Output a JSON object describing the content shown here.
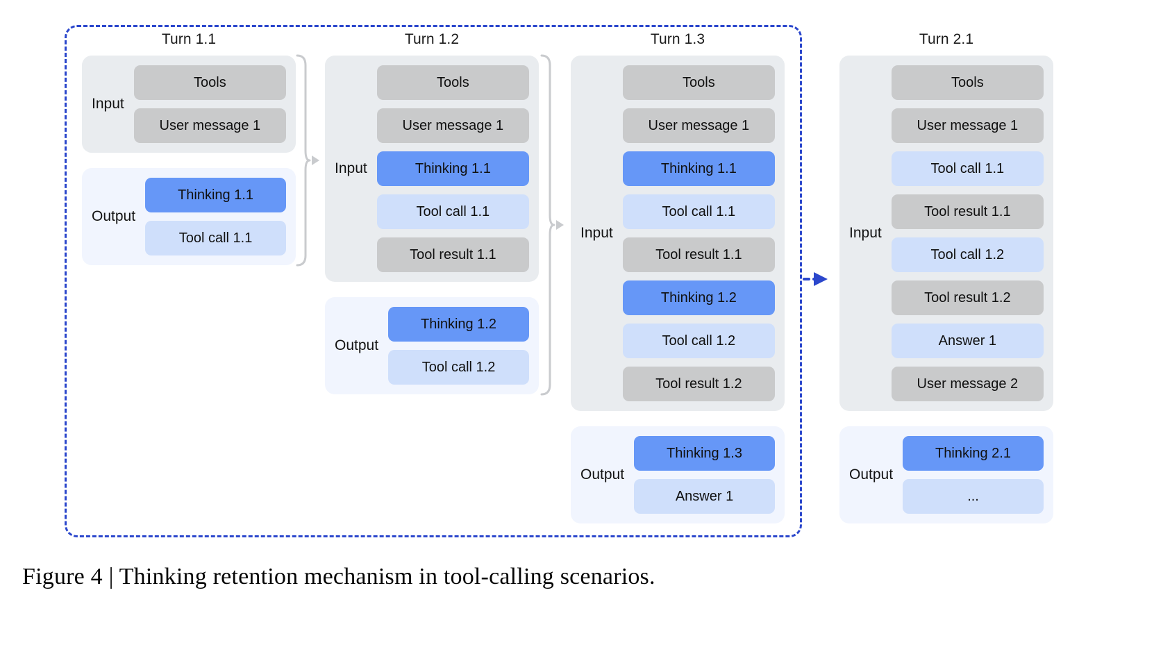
{
  "figure": {
    "caption": "Figure 4 | Thinking retention mechanism in tool-calling scenarios.",
    "retention_boundary": {
      "name": "thinking-retention-region",
      "style": "dashed",
      "color": "#2B47CC"
    }
  },
  "colors": {
    "dashed_border": "#2B47CC",
    "arrow_blue": "#2B47CC",
    "input_card_bg": "#E9ECEF",
    "output_card_bg": "#F1F5FE",
    "block_grey": "#C9CACB",
    "block_thinking": "#6697F7",
    "block_light_blue": "#CFDFFB",
    "bracket_grey": "#C9CBCE",
    "text": "#101010"
  },
  "labels": {
    "input": "Input",
    "output": "Output"
  },
  "columns": [
    {
      "id": "turn-1-1",
      "title": "Turn 1.1",
      "input": {
        "label": "Input",
        "blocks": [
          {
            "text": "Tools",
            "kind": "grey"
          },
          {
            "text": "User message 1",
            "kind": "grey"
          }
        ]
      },
      "output": {
        "label": "Output",
        "blocks": [
          {
            "text": "Thinking 1.1",
            "kind": "thinking"
          },
          {
            "text": "Tool call 1.1",
            "kind": "light"
          }
        ]
      }
    },
    {
      "id": "turn-1-2",
      "title": "Turn 1.2",
      "input": {
        "label": "Input",
        "blocks": [
          {
            "text": "Tools",
            "kind": "grey"
          },
          {
            "text": "User message 1",
            "kind": "grey"
          },
          {
            "text": "Thinking 1.1",
            "kind": "thinking"
          },
          {
            "text": "Tool call 1.1",
            "kind": "light"
          },
          {
            "text": "Tool result 1.1",
            "kind": "grey"
          }
        ]
      },
      "output": {
        "label": "Output",
        "blocks": [
          {
            "text": "Thinking 1.2",
            "kind": "thinking"
          },
          {
            "text": "Tool call 1.2",
            "kind": "light"
          }
        ]
      }
    },
    {
      "id": "turn-1-3",
      "title": "Turn 1.3",
      "input": {
        "label": "Input",
        "blocks": [
          {
            "text": "Tools",
            "kind": "grey"
          },
          {
            "text": "User message 1",
            "kind": "grey"
          },
          {
            "text": "Thinking 1.1",
            "kind": "thinking"
          },
          {
            "text": "Tool call 1.1",
            "kind": "light"
          },
          {
            "text": "Tool result 1.1",
            "kind": "grey"
          },
          {
            "text": "Thinking 1.2",
            "kind": "thinking"
          },
          {
            "text": "Tool call 1.2",
            "kind": "light"
          },
          {
            "text": "Tool result 1.2",
            "kind": "grey"
          }
        ]
      },
      "output": {
        "label": "Output",
        "blocks": [
          {
            "text": "Thinking 1.3",
            "kind": "thinking"
          },
          {
            "text": "Answer 1",
            "kind": "light"
          }
        ]
      }
    },
    {
      "id": "turn-2-1",
      "title": "Turn 2.1",
      "input": {
        "label": "Input",
        "blocks": [
          {
            "text": "Tools",
            "kind": "grey"
          },
          {
            "text": "User message 1",
            "kind": "grey"
          },
          {
            "text": "Tool call 1.1",
            "kind": "light"
          },
          {
            "text": "Tool result 1.1",
            "kind": "grey"
          },
          {
            "text": "Tool call 1.2",
            "kind": "light"
          },
          {
            "text": "Tool result 1.2",
            "kind": "grey"
          },
          {
            "text": "Answer 1",
            "kind": "light"
          },
          {
            "text": "User message 2",
            "kind": "grey"
          }
        ]
      },
      "output": {
        "label": "Output",
        "blocks": [
          {
            "text": "Thinking 2.1",
            "kind": "thinking"
          },
          {
            "text": "...",
            "kind": "light"
          }
        ]
      }
    }
  ],
  "connectors": [
    {
      "name": "bracket-turn1-1-to-1-2",
      "type": "curly-bracket-arrow",
      "color": "#C9CBCE"
    },
    {
      "name": "bracket-turn1-2-to-1-3",
      "type": "curly-bracket-arrow",
      "color": "#C9CBCE"
    },
    {
      "name": "arrow-retention-to-turn2-1",
      "type": "dotted-arrow",
      "color": "#2B47CC"
    }
  ]
}
